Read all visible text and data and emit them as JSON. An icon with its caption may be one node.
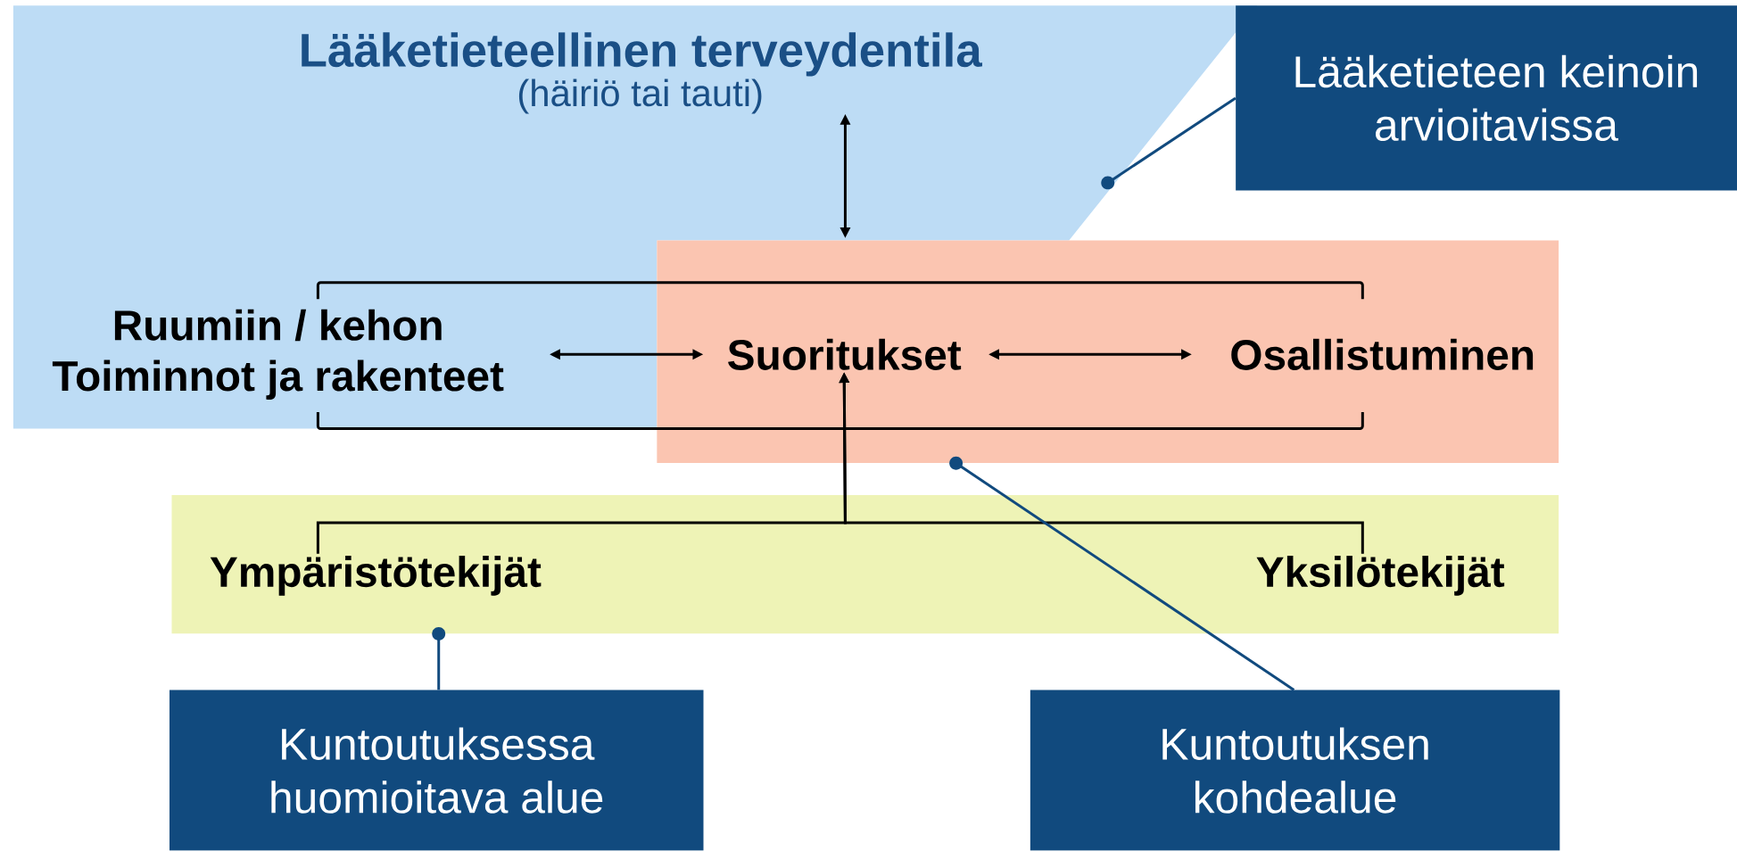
{
  "diagram": {
    "nodes": [
      {
        "text": [
          "Lääketieteellinen terveydentila",
          "(häiriö tai tauti)"
        ]
      },
      {
        "text": [
          "Lääketieteen keinoin arvioitavissa"
        ]
      },
      {
        "text": [],
        "shape": "box"
      },
      {
        "text": [
          "Ruumiin / kehon Toiminnot ja rakenteet"
        ],
        "in": 0
      },
      {
        "text": [
          "Suoritukset"
        ],
        "in": 2
      },
      {
        "text": [
          "Osallistuminen"
        ],
        "in": 2
      },
      {
        "text": [],
        "shape": "box"
      },
      {
        "text": [
          "Ympäristötekijät"
        ],
        "in": 6
      },
      {
        "text": [
          "Yksilötekijät"
        ],
        "in": 6
      },
      {
        "text": [
          "Kuntoutuksessa huomioitava alue"
        ]
      },
      {
        "text": [
          "Kuntoutuksen kohdealue"
        ]
      }
    ],
    "edges": [
      {
        "from": 0,
        "to": null,
        "arrow": "both"
      },
      {
        "from": 3,
        "to": 4,
        "arrow": "both"
      },
      {
        "from": 4,
        "to": 5,
        "arrow": "both"
      },
      {
        "from": 7,
        "to": 4,
        "arrow": "to"
      },
      {
        "from": 8,
        "to": 4,
        "arrow": "to"
      },
      {
        "from": 1,
        "to": 0,
        "arrow": "other",
        "color": "#114a7e"
      },
      {
        "from": 9,
        "to": 6,
        "arrow": "other",
        "color": "#114a7e"
      },
      {
        "from": 10,
        "to": 2,
        "arrow": "other",
        "color": "#114a7e"
      }
    ]
  }
}
